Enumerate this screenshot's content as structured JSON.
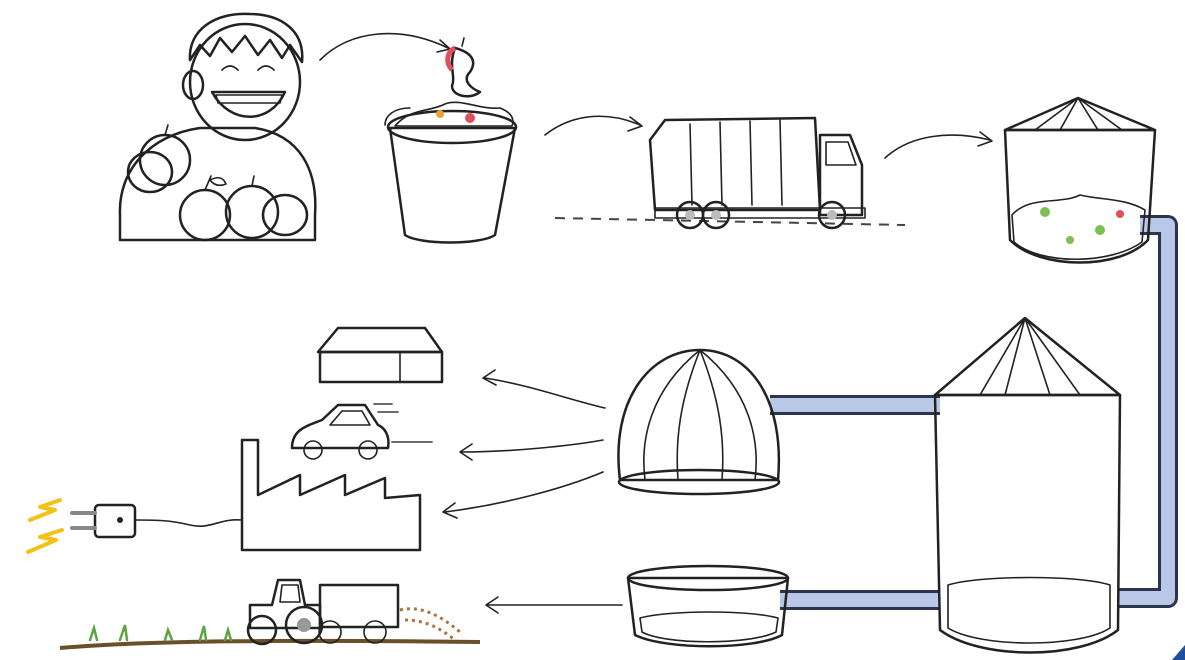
{
  "diagram": {
    "type": "biogas-process-illustration",
    "stages": [
      {
        "id": "boy-eating-apples",
        "icon": "boy-with-apples-icon"
      },
      {
        "id": "apple-core",
        "icon": "apple-core-icon"
      },
      {
        "id": "compost-bucket",
        "icon": "food-waste-bucket-icon"
      },
      {
        "id": "garbage-truck",
        "icon": "garbage-truck-icon"
      },
      {
        "id": "receiving-tank",
        "icon": "receiving-tank-icon"
      },
      {
        "id": "digester",
        "icon": "digester-tank-icon"
      },
      {
        "id": "gas-dome",
        "icon": "gas-holder-dome-icon"
      },
      {
        "id": "digestate-tank",
        "icon": "digestate-tank-icon"
      },
      {
        "id": "house",
        "icon": "house-icon"
      },
      {
        "id": "car",
        "icon": "car-icon"
      },
      {
        "id": "factory",
        "icon": "factory-icon"
      },
      {
        "id": "electric-plug",
        "icon": "electric-plug-icon"
      },
      {
        "id": "tractor",
        "icon": "tractor-spreader-icon"
      }
    ],
    "colors": {
      "pipe": "#b9c8e6",
      "pipe_outline": "#2b3550",
      "tank_fill": "#dbe6f7",
      "digestate": "#a8783c",
      "truck_green": "#5ea341",
      "apple_red": "#e0505a",
      "shirt_blue": "#7ab8e8",
      "house_red": "#e2552e",
      "house_wall": "#f5c28a",
      "car_red": "#e0533c",
      "factory_gray": "#555555",
      "tractor_red": "#e2453a",
      "lightning_yellow": "#f2c21b",
      "corner_accent": "#1f4f9a"
    }
  }
}
